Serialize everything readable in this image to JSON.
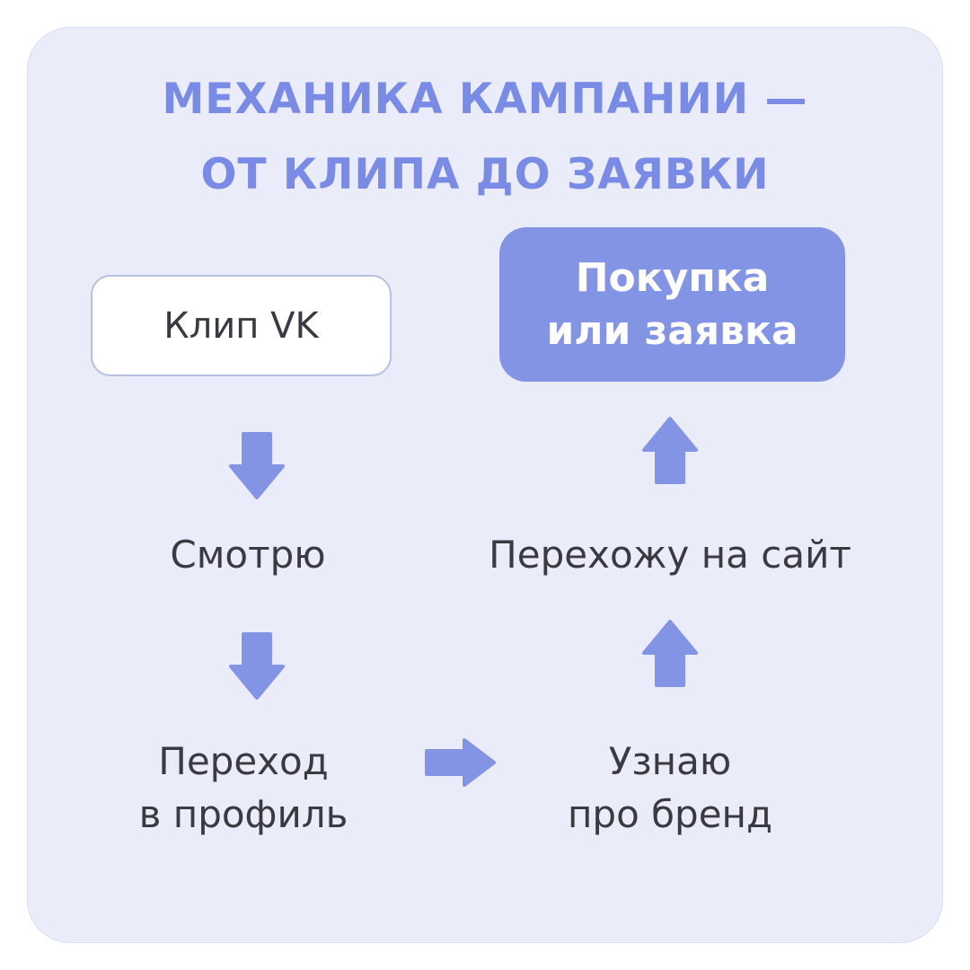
{
  "title": {
    "line1": "МЕХАНИКА КАМПАНИИ —",
    "line2": "ОТ КЛИПА ДО ЗАЯВКИ"
  },
  "nodes": {
    "clip": {
      "label": "Клип VK"
    },
    "purchase": {
      "line1": "Покупка",
      "line2": "или заявка"
    },
    "watch": {
      "label": "Смотрю"
    },
    "visit_site": {
      "label": "Перехожу на сайт"
    },
    "profile": {
      "line1": "Переход",
      "line2": "в профиль"
    },
    "brand": {
      "line1": "Узнаю",
      "line2": "про бренд"
    }
  },
  "icons": {
    "down": "arrow-down-icon",
    "up": "arrow-up-icon",
    "right": "arrow-right-icon"
  },
  "colors": {
    "accent": "#8494e4",
    "title": "#7a8be5",
    "card_bg": "#eaedf9",
    "page_bg": "#ffffff",
    "text": "#3a3a42",
    "box_border": "#b7c0de"
  }
}
